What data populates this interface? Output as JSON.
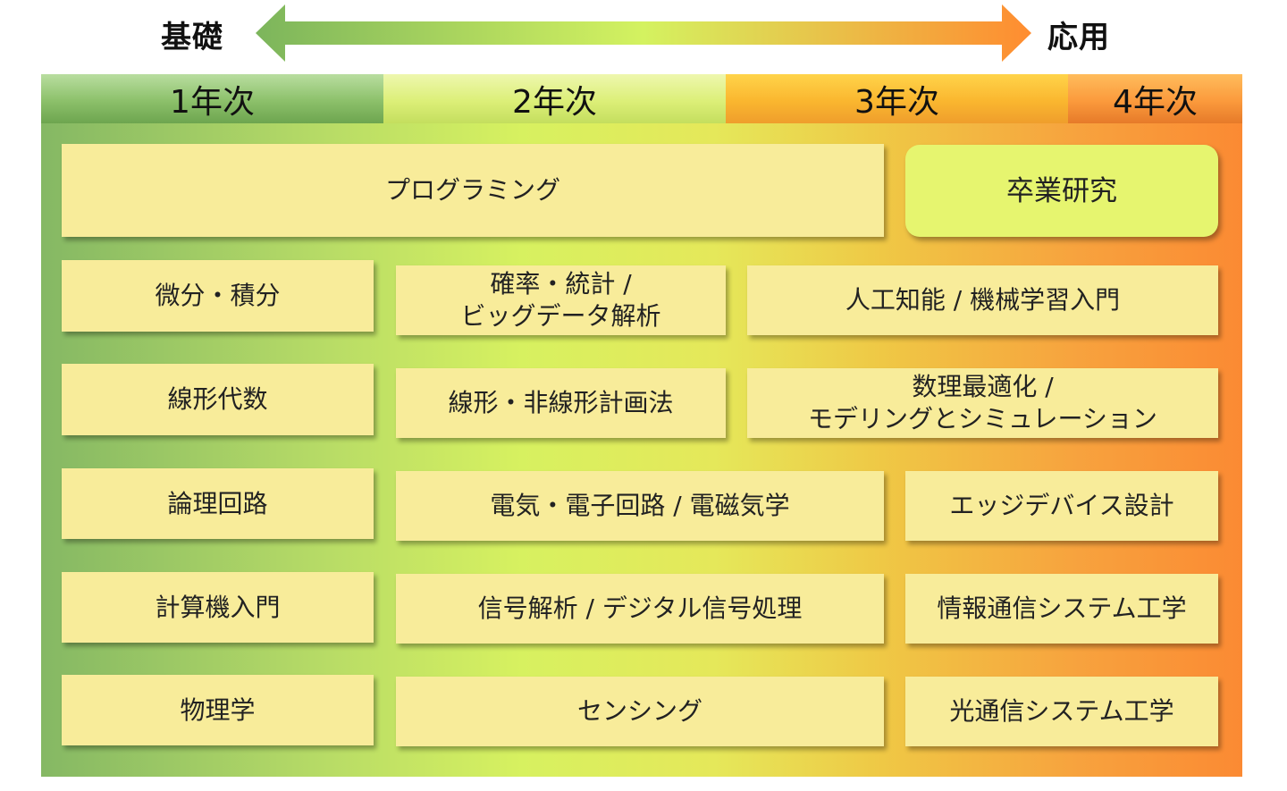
{
  "header": {
    "basic_label": "基礎",
    "applied_label": "応用"
  },
  "years": [
    "1年次",
    "2年次",
    "3年次",
    "4年次"
  ],
  "courses": {
    "programming": "プログラミング",
    "graduation_research": "卒業研究",
    "calculus": "微分・積分",
    "probability_line1": "確率・統計 /",
    "probability_line2": "ビッグデータ解析",
    "ai_ml": "人工知能 / 機械学習入門",
    "linear_algebra": "線形代数",
    "linear_nonlinear_programming": "線形・非線形計画法",
    "optimization_line1": "数理最適化 /",
    "optimization_line2": "モデリングとシミュレーション",
    "logic_circuits": "論理回路",
    "electric_electronic": "電気・電子回路 / 電磁気学",
    "edge_device": "エッジデバイス設計",
    "intro_computer": "計算機入門",
    "signal_analysis": "信号解析 / デジタル信号処理",
    "info_comm_systems": "情報通信システム工学",
    "physics": "物理学",
    "sensing": "センシング",
    "optical_comm_systems": "光通信システム工学"
  },
  "colors": {
    "course_fill": "#f8ec9a",
    "thesis_fill": "#e6f56f",
    "arrow_start": "#7cb55c",
    "arrow_middle": "#d4f260",
    "arrow_end": "#ff8c30"
  }
}
